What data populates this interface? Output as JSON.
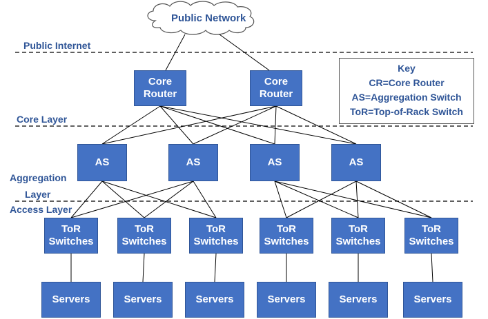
{
  "cloud": {
    "label": "Public Network"
  },
  "layers": {
    "public_internet": "Public Internet",
    "core": "Core Layer",
    "aggregation_line1": "Aggregation",
    "aggregation_line2": "Layer",
    "access": "Access Layer"
  },
  "key": {
    "title": "Key",
    "items": [
      "CR=Core Router",
      "AS=Aggregation Switch",
      "ToR=Top-of-Rack Switch"
    ]
  },
  "core_routers": [
    {
      "line1": "Core",
      "line2": "Router"
    },
    {
      "line1": "Core",
      "line2": "Router"
    }
  ],
  "aggregation_switches": [
    "AS",
    "AS",
    "AS",
    "AS"
  ],
  "tor_switches": [
    {
      "line1": "ToR",
      "line2": "Switches"
    },
    {
      "line1": "ToR",
      "line2": "Switches"
    },
    {
      "line1": "ToR",
      "line2": "Switches"
    },
    {
      "line1": "ToR",
      "line2": "Switches"
    },
    {
      "line1": "ToR",
      "line2": "Switches"
    },
    {
      "line1": "ToR",
      "line2": "Switches"
    }
  ],
  "servers": [
    "Servers",
    "Servers",
    "Servers",
    "Servers",
    "Servers",
    "Servers"
  ],
  "colors": {
    "box_fill": "#4472c4",
    "label": "#2f5597",
    "line": "#000000"
  }
}
